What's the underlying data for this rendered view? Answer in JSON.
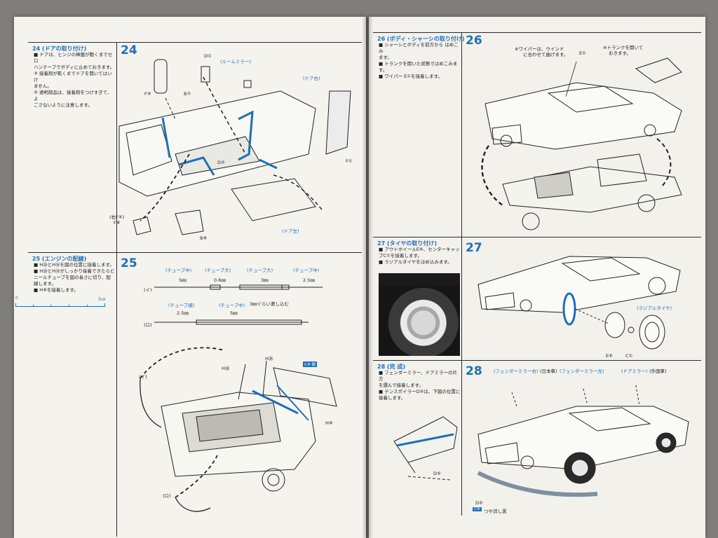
{
  "left_page": {
    "s24": {
      "head": "24 (ドアの取り付け)",
      "lines": [
        "■ ドアは、ヒンジの棒盤が動くまでセロ",
        "ハンテープでボディに止めておきます。",
        "③ 接着剤が乾くまでドアを開いてはいけ",
        "ません。",
        "③ 透明部品は、接着剤をつけすぎて、よ",
        "ごさないように注意します。"
      ],
      "num": "24",
      "labels": {
        "d1": "D①",
        "room_mirror": "(ルームミラー)",
        "f9": "F⑨",
        "b7": "B⑦",
        "door_l": "(ドア右)",
        "d2": "D②",
        "f1": "F①",
        "f5": "(右F⑤)",
        "f8": "F⑧",
        "b8": "B⑧",
        "door_left": "(ドア左)"
      }
    },
    "s25": {
      "head": "25 (エンジンの配線)",
      "lines": [
        "■ H⑳とH⑭を図の位置に接着します。",
        "■ H⑳とH⑭がしっかり接着できたらビ",
        "ニールチューブを図の長さに切り、配",
        "線します。",
        "■ H⑧を接着します。"
      ],
      "num": "25",
      "ruler_0": "0",
      "ruler_5": "5㎝",
      "tube_labels": [
        "(チューブ中)",
        "(チューブ大)",
        "(チューブ大)",
        "(チューブ中)"
      ],
      "tube_dims": [
        "5㎜",
        "0.6㎜",
        "3㎜",
        "2.5㎜"
      ],
      "tube_i": "(イ)",
      "tube_labels_b": [
        "(チューブ細)",
        "(チューブ中)"
      ],
      "tube_dims_b": [
        "2.5㎜",
        "5㎜"
      ],
      "tube_note": "3㎜ぐらい差し込む",
      "tube_ro": "(ロ)",
      "h24": "H㉔",
      "h20": "H⑳",
      "h8": "H⑧",
      "tag_silver": "C⑧ 銀",
      "engine_i": "(イ)",
      "engine_ro": "(ロ)"
    }
  },
  "right_page": {
    "s26": {
      "head": "26 (ボディ・シャーシの取り付け)",
      "lines": [
        "■ シャーシとボディを前方から はめこみ",
        "ます。",
        "■ トランクを開いた状態ではめこみます。",
        "■ ワイパー E①を接着します。"
      ],
      "num": "26",
      "wiper_note": "※ワイパーは、ウインド",
      "wiper_note2": "に合わせて曲げます。",
      "e1": "E①",
      "trunk_note": "※トランクを開いて",
      "trunk_note2": "おきます。"
    },
    "s27": {
      "head": "27 (タイヤの取り付け)",
      "lines": [
        "■ アウトホイールE⑥、センターキャッ",
        "プC①を接着します。",
        "■ ラジアルタイヤをはめ込みます。"
      ],
      "num": "27",
      "radial": "(ラジアルタイヤ)",
      "e6": "E⑥",
      "c1": "C①"
    },
    "s28": {
      "head": "28 (完 成)",
      "lines": [
        "■ フェンダーミラー、ドアミラーの片方",
        "を選んで接着します。",
        "■ テンスポイラーD⑤は、下図の位置に",
        "接着します。"
      ],
      "num": "28",
      "mirror_labels": [
        "(フェンダーミラー右)",
        "(日本車)",
        "(フェンダーミラー左)",
        "(ドアミラー)",
        "(外国車)"
      ],
      "d5": "D⑤",
      "d5b": "D⑤",
      "tag": "C⑧",
      "tag_text": "つや消し黒"
    }
  }
}
